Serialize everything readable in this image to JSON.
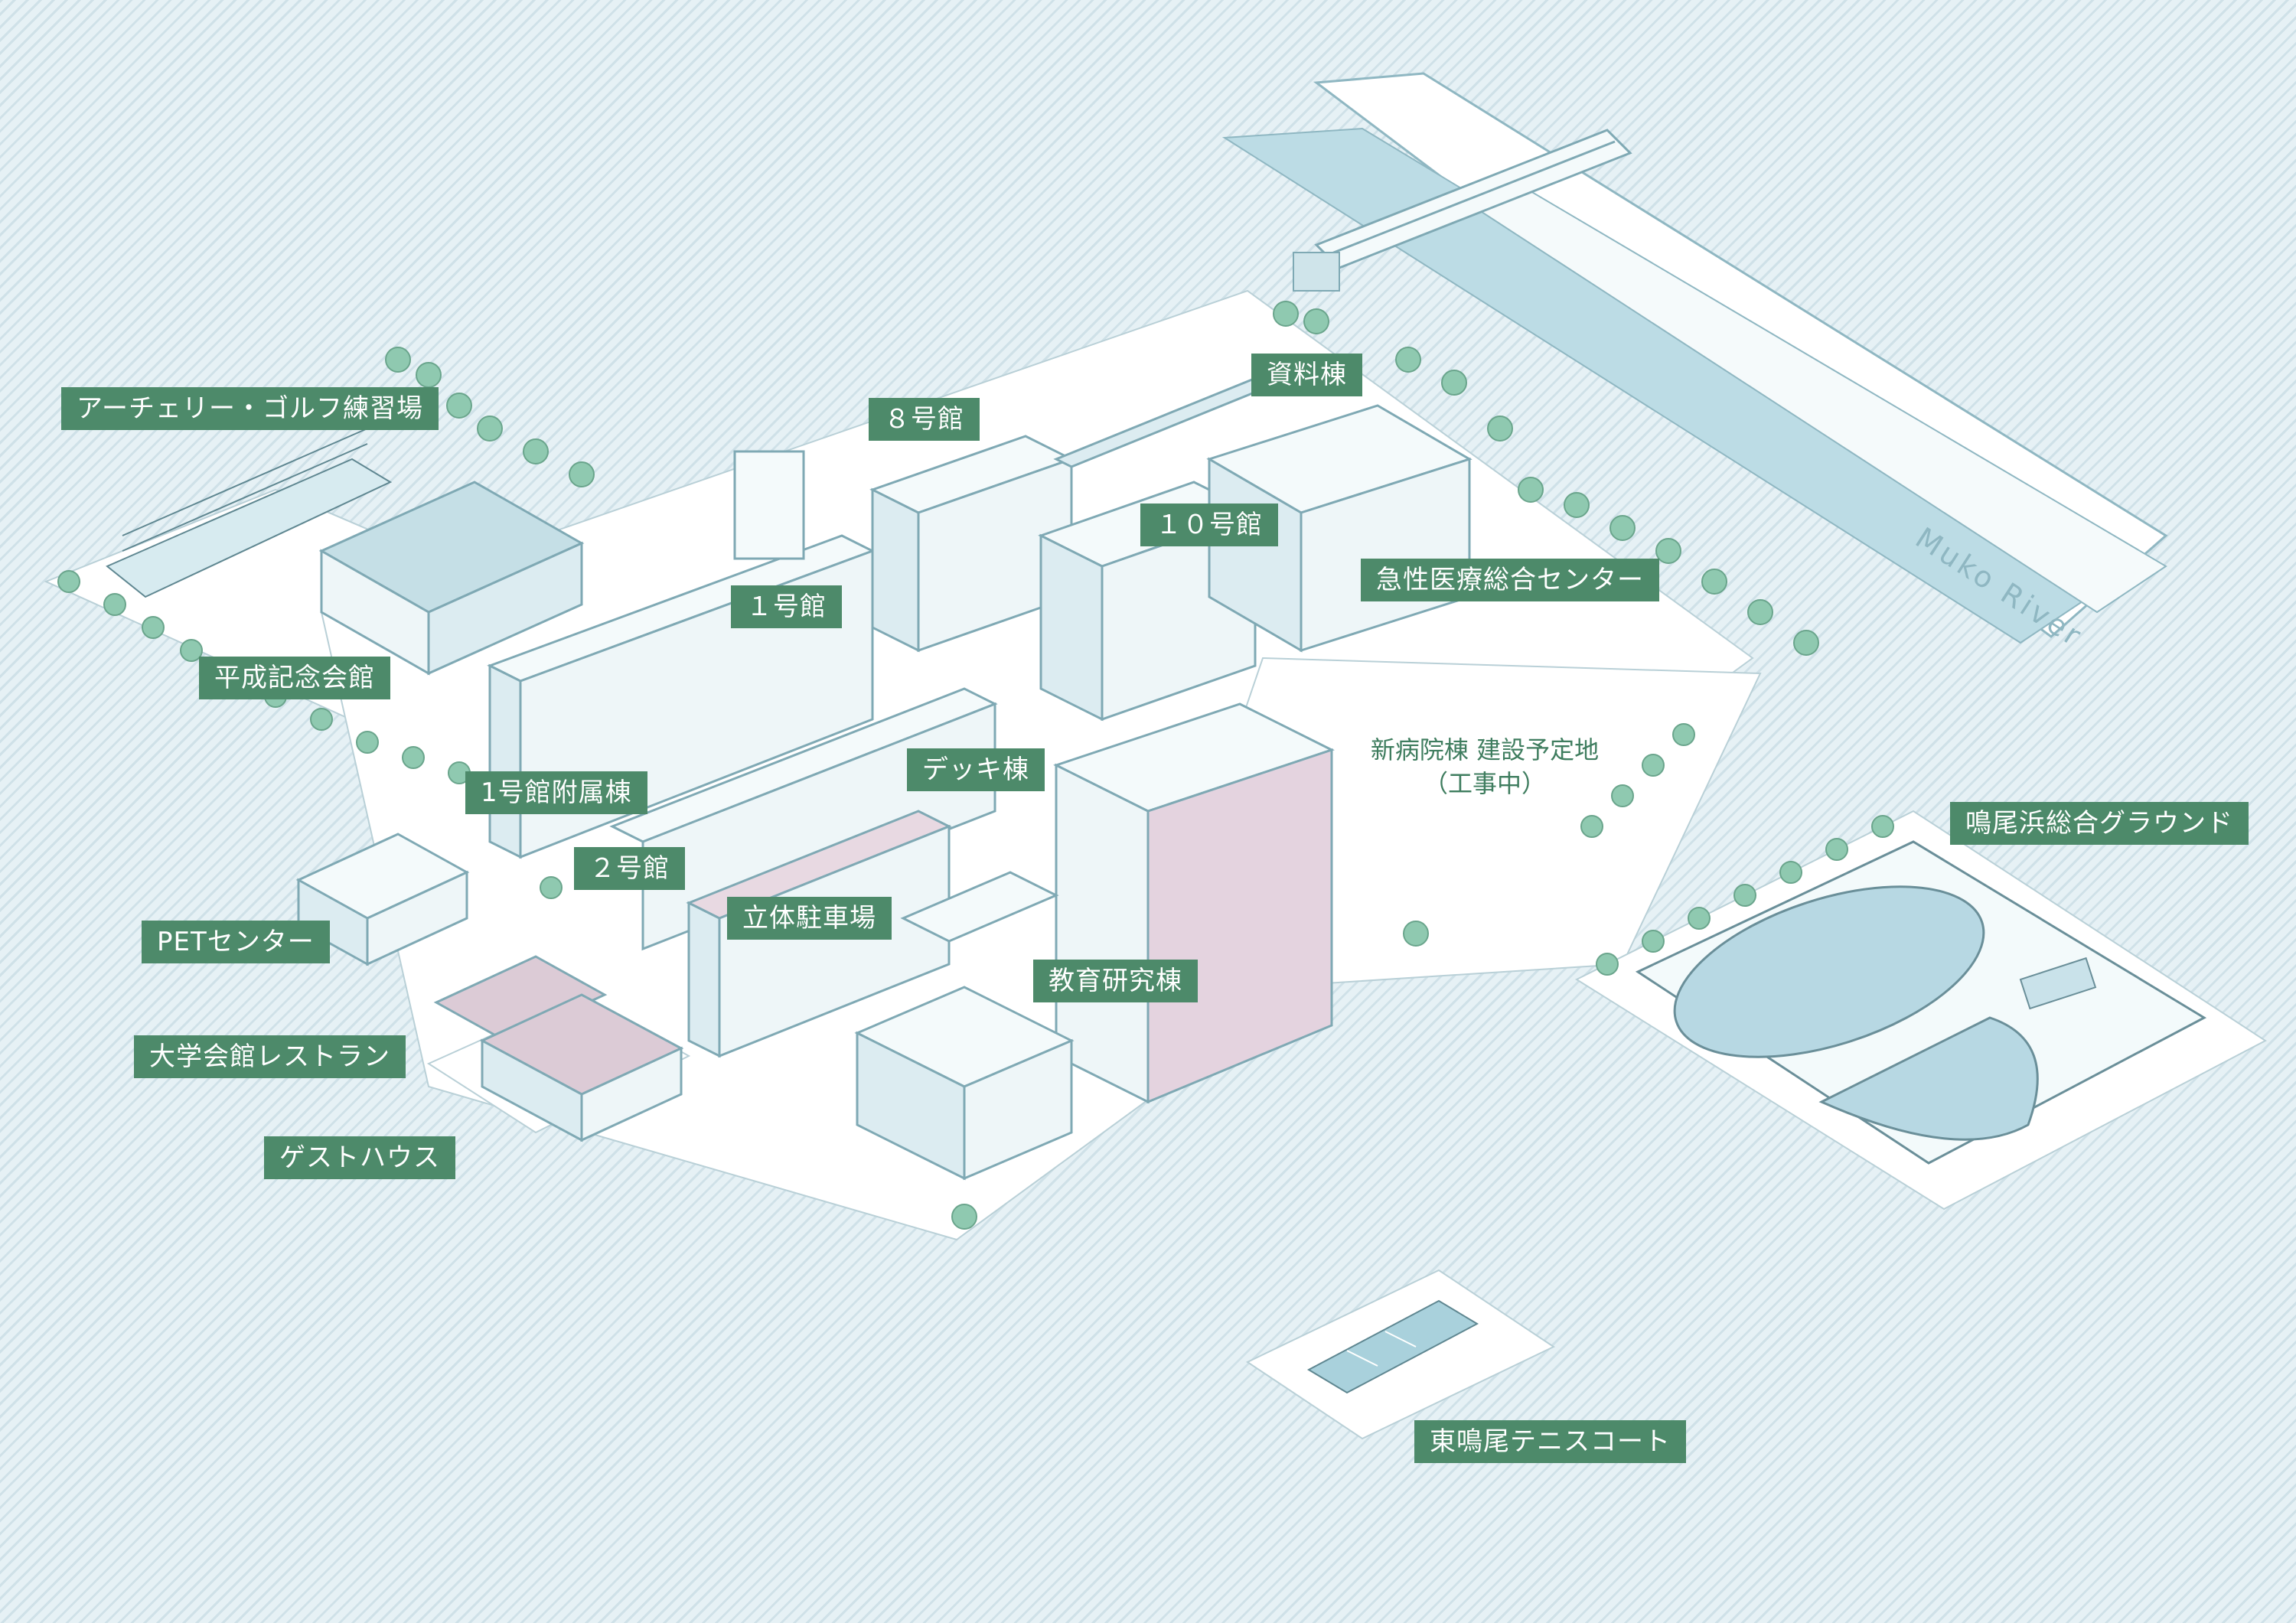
{
  "labels": {
    "archery": "アーチェリー・ゴルフ練習場",
    "heisei": "平成記念会館",
    "bldg1": "１号館",
    "bldg8": "８号館",
    "shiryo": "資料棟",
    "bldg10": "１０号館",
    "emergency": "急性医療総合センター",
    "bldg1_annex": "1号館附属棟",
    "deck": "デッキ棟",
    "bldg2": "２号館",
    "parking": "立体駐車場",
    "education": "教育研究棟",
    "pet": "PETセンター",
    "restaurant": "大学会館レストラン",
    "guesthouse": "ゲストハウス",
    "tennis": "東鳴尾テニスコート",
    "ground": "鳴尾浜総合グラウンド"
  },
  "new_hospital": {
    "line1": "新病院棟  建設予定地",
    "line2": "（工事中）"
  },
  "river": {
    "name": "Muko River"
  },
  "colors": {
    "label_bg": "#4d8a6a",
    "building": "#f4fafb",
    "building_shade": "#cfe4ea",
    "glass": "#a9d3dd",
    "track": "#bcdbe5",
    "tree": "#8fc9b0"
  }
}
